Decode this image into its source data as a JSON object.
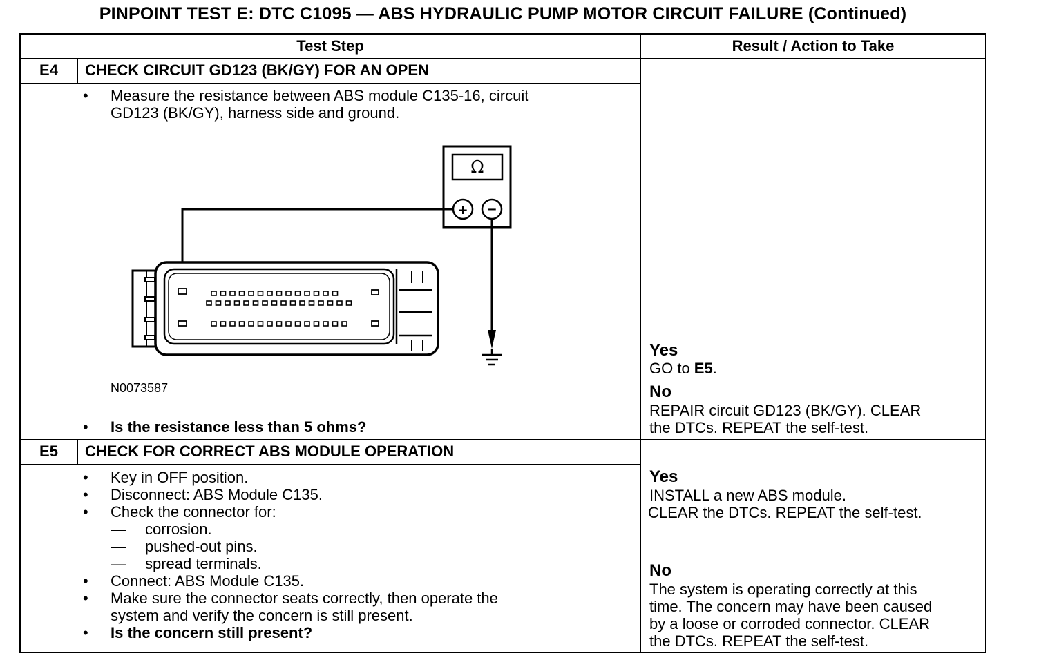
{
  "title": "PINPOINT TEST  E: DTC C1095 — ABS HYDRAULIC PUMP MOTOR CIRCUIT FAILURE (Continued)",
  "headers": {
    "test_step": "Test Step",
    "result": "Result / Action to Take"
  },
  "e4": {
    "id": "E4",
    "title": "CHECK CIRCUIT GD123 (BK/GY) FOR AN OPEN",
    "step1_line1": "Measure the resistance between ABS module C135-16, circuit",
    "step1_line2": "GD123 (BK/GY), harness side and ground.",
    "figure_id": "N0073587",
    "question": "Is the resistance less than 5 ohms?",
    "meter_symbol": "Ω",
    "plus": "+",
    "minus": "−",
    "yes_label": "Yes",
    "yes_text_prefix": "GO to ",
    "yes_target": "E5",
    "yes_text_suffix": ".",
    "no_label": "No",
    "no_line1": "REPAIR circuit GD123 (BK/GY). CLEAR",
    "no_line2": "the DTCs. REPEAT the self-test."
  },
  "e5": {
    "id": "E5",
    "title": "CHECK FOR CORRECT ABS MODULE OPERATION",
    "bullet1": "Key in OFF position.",
    "bullet2": "Disconnect: ABS Module C135.",
    "bullet3": "Check the connector for:",
    "sub1": "corrosion.",
    "sub2": "pushed-out pins.",
    "sub3": "spread terminals.",
    "bullet4": "Connect: ABS Module C135.",
    "bullet5_line1": "Make sure the connector seats correctly, then operate the",
    "bullet5_line2": "system and verify the concern is still present.",
    "question": "Is the concern still present?",
    "yes_label": "Yes",
    "yes_line1": "INSTALL a new ABS module.",
    "yes_line2": "CLEAR the DTCs. REPEAT the self-test.",
    "no_label": "No",
    "no_line1": "The system is operating correctly at this",
    "no_line2": "time. The concern may have been caused",
    "no_line3": "by a loose or corroded connector. CLEAR",
    "no_line4": "the DTCs. REPEAT the self-test."
  },
  "symbols": {
    "bullet": "•",
    "dash": "—"
  }
}
